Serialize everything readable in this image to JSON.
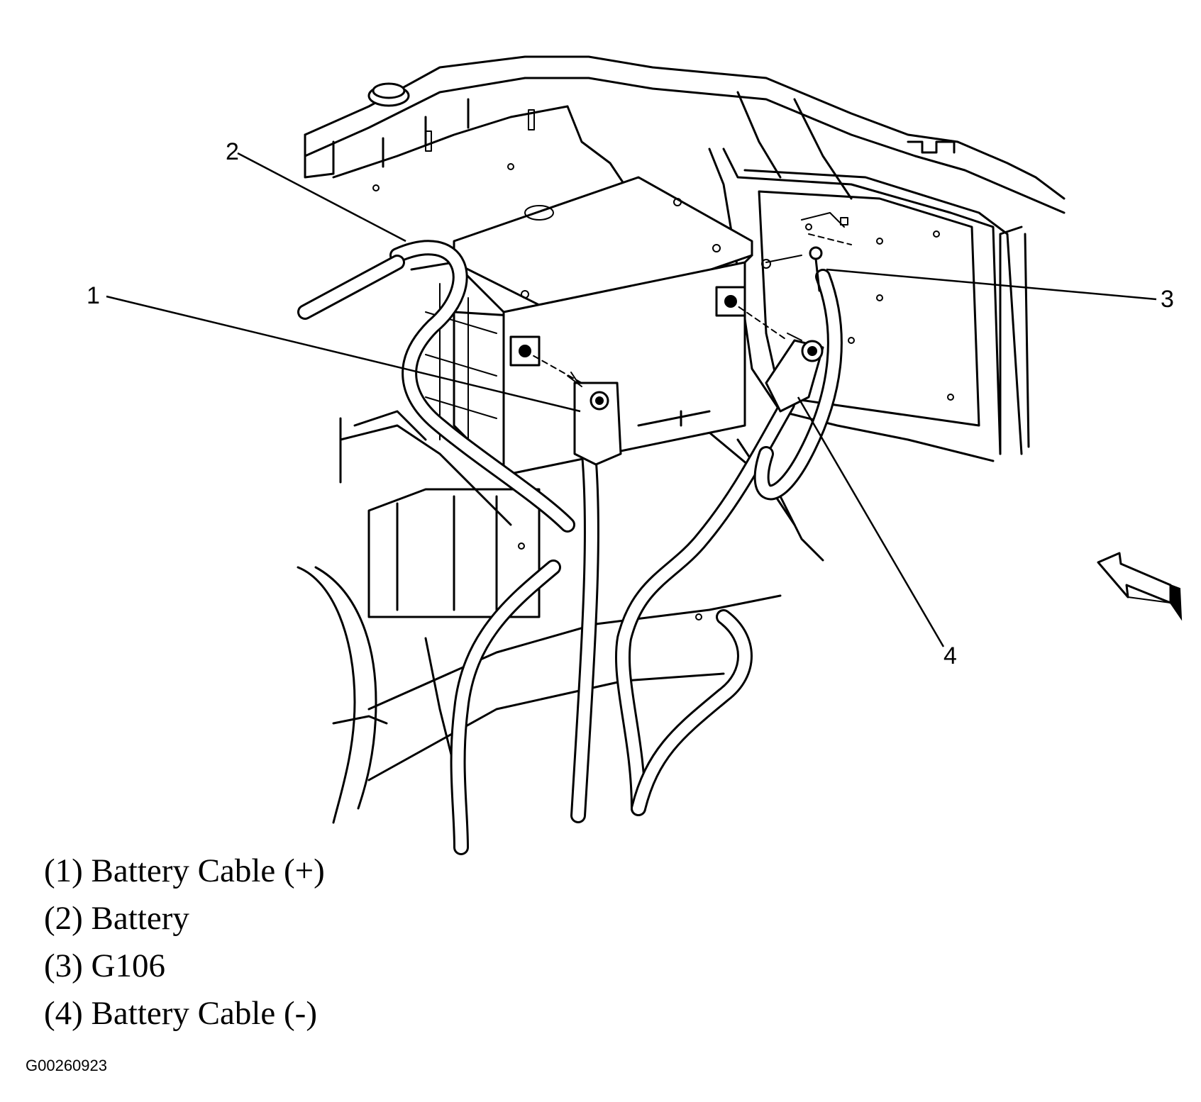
{
  "callouts": [
    {
      "number": "1"
    },
    {
      "number": "2"
    },
    {
      "number": "3"
    },
    {
      "number": "4"
    }
  ],
  "legend": [
    {
      "text": "(1) Battery Cable (+)"
    },
    {
      "text": "(2) Battery"
    },
    {
      "text": "(3) G106"
    },
    {
      "text": "(4) Battery Cable (-)"
    }
  ],
  "figure_id": "G00260923"
}
